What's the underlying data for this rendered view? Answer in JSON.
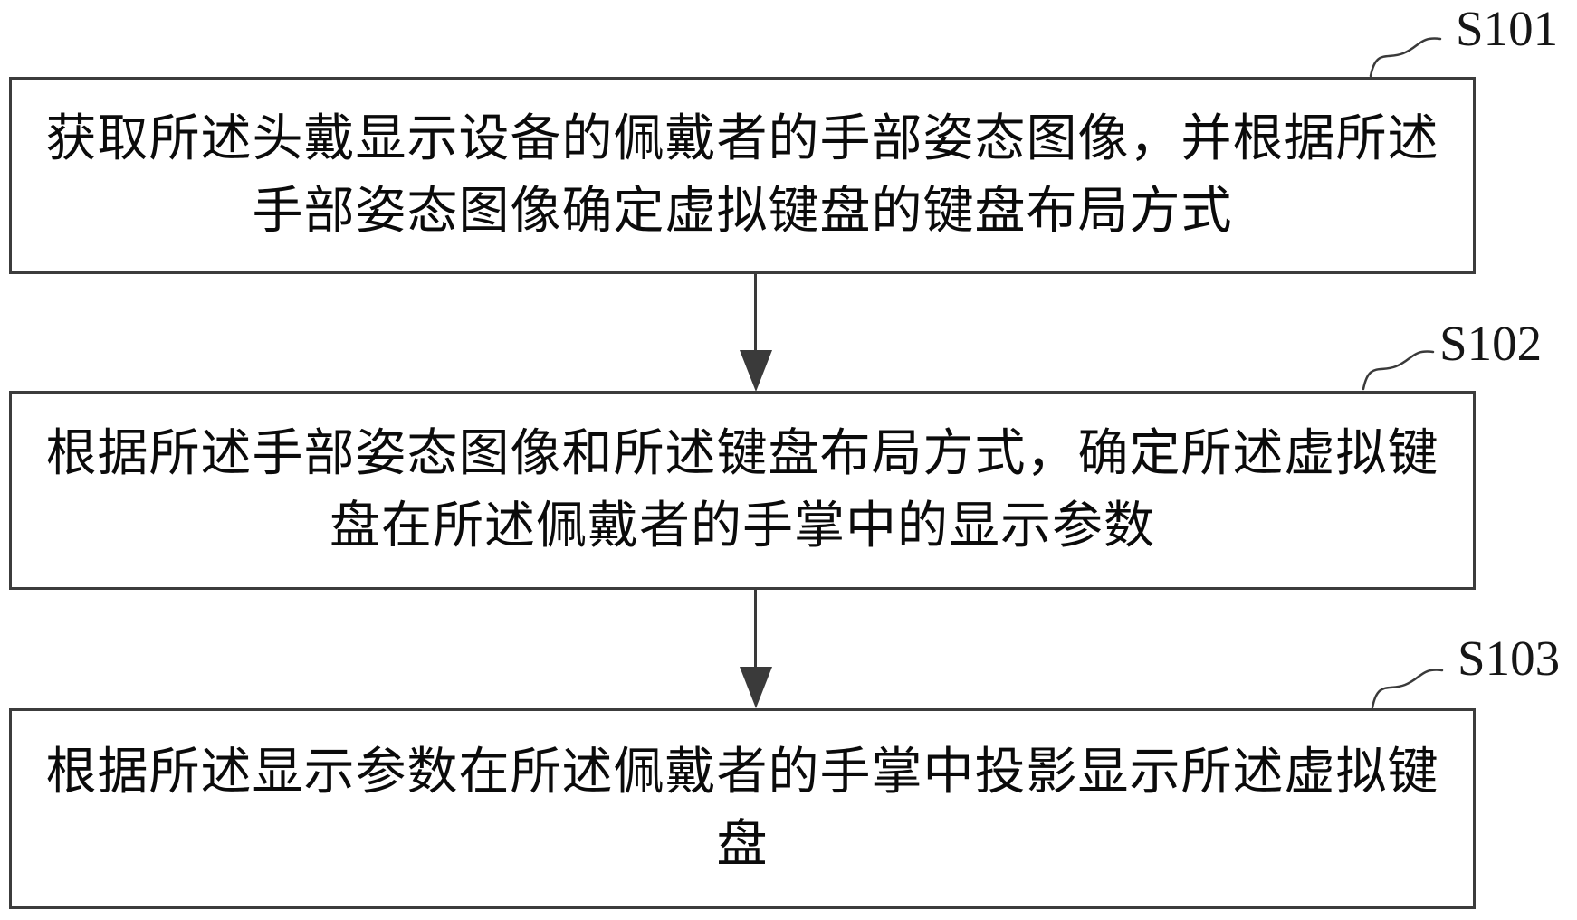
{
  "diagram": {
    "type": "flowchart",
    "background_color": "#ffffff",
    "line_color": "#3a3a3a",
    "text_color": "#0b0b0b",
    "steps": [
      {
        "label": "S101",
        "lines": [
          "获取所述头戴显示设备的佩戴者的手部姿态图像，并根据所述",
          "手部姿态图像确定虚拟键盘的键盘布局方式"
        ]
      },
      {
        "label": "S102",
        "lines": [
          "根据所述手部姿态图像和所述键盘布局方式，确定所述虚拟键",
          "盘在所述佩戴者的手掌中的显示参数"
        ]
      },
      {
        "label": "S103",
        "lines": [
          "根据所述显示参数在所述佩戴者的手掌中投影显示所述虚拟键",
          "盘"
        ]
      }
    ]
  }
}
